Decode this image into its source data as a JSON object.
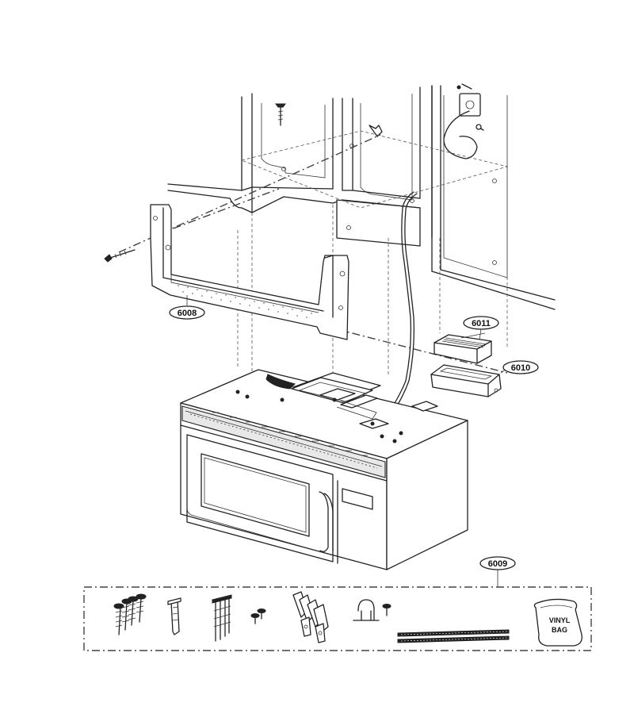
{
  "callouts": {
    "mounting_plate": "6008",
    "hardware_kit": "6009",
    "duct_connector": "6010",
    "damper": "6011"
  },
  "bag_label": {
    "line1": "VINYL",
    "line2": "BAG"
  },
  "icons": [
    "wood-screw-icon",
    "anchor-icon",
    "toggle-bolt-icon",
    "small-screw-icon",
    "wing-nut-icon",
    "clamp-icon",
    "bolt-icon",
    "foam-strip-icon",
    "vinyl-bag-icon"
  ]
}
